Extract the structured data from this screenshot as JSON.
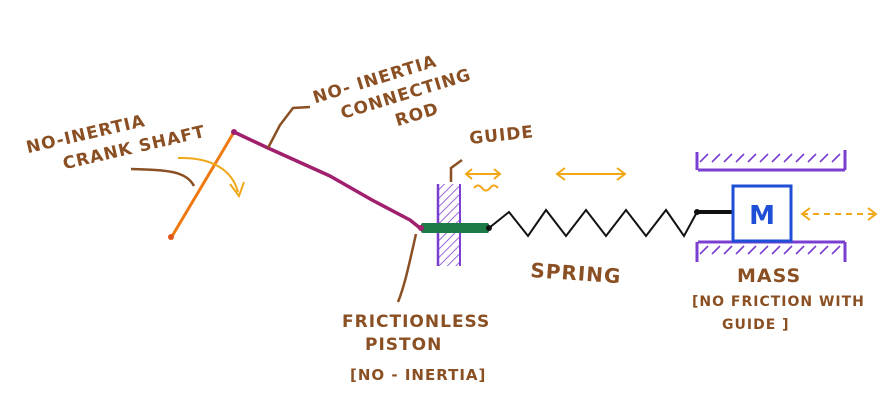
{
  "labels": {
    "crank_shaft": [
      "NO-INERTIA",
      "CRANK SHAFT"
    ],
    "connecting_rod": [
      "NO- INERTIA",
      "CONNECTING",
      "ROD"
    ],
    "guide": "GUIDE",
    "piston": [
      "FRICTIONLESS",
      "PISTON",
      "[NO - INERTIA]"
    ],
    "spring": "SPRING",
    "mass": [
      "MASS",
      "[NO FRICTION WITH",
      "GUIDE ]"
    ],
    "mass_block": "M"
  },
  "colors": {
    "annotation": "#8a5024",
    "crank": "#f07a10",
    "rod": "#a0206e",
    "piston": "#1f7a4a",
    "guide": "#7a3fd0",
    "spring": "#111111",
    "mass": "#1f4fd6",
    "motion_arrow": "#f0a818"
  }
}
